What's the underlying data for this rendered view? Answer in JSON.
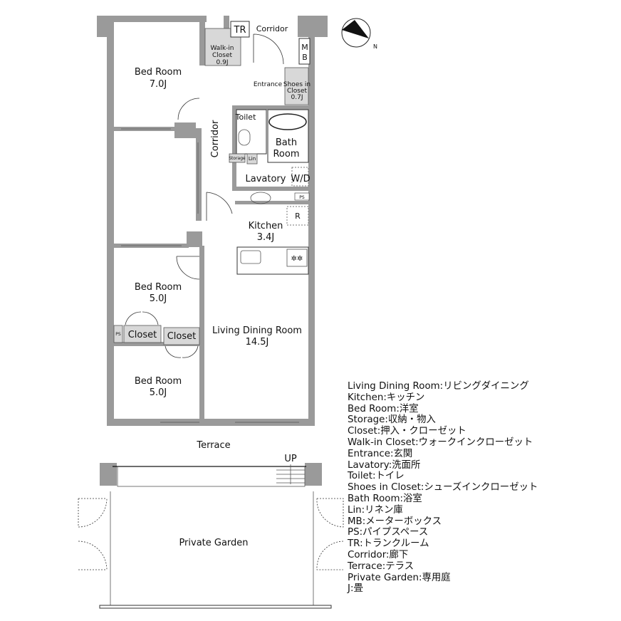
{
  "plan": {
    "rooms": {
      "bed1": {
        "name": "Bed Room",
        "size": "7.0J"
      },
      "bed2": {
        "name": "Bed Room",
        "size": "5.0J"
      },
      "bed3": {
        "name": "Bed Room",
        "size": "5.0J"
      },
      "closet1": "Closet",
      "closet2": "Closet",
      "ps_left": "PS",
      "ps_right": "PS",
      "wic": {
        "name_1": "Walk-in",
        "name_2": "Closet",
        "size": "0.9J"
      },
      "tr": "TR",
      "corridor_top": "Corridor",
      "corridor_side": "Corridor",
      "mb_1": "M",
      "mb_2": "B",
      "entrance": "Entrance",
      "shoes": {
        "name_1": "Shoes in",
        "name_2": "Closet",
        "size": "0.7J"
      },
      "toilet": "Toilet",
      "storage": "Storage",
      "lin": "Lin",
      "bath_1": "Bath",
      "bath_2": "Room",
      "lavatory": "Lavatory",
      "wd": "W/D",
      "kitchen": {
        "name": "Kitchen",
        "size": "3.4J"
      },
      "fridge": "R",
      "ldr": {
        "name": "Living Dining Room",
        "size": "14.5J"
      },
      "terrace": "Terrace",
      "up": "UP",
      "garden": "Private Garden"
    },
    "compass_icon": "north-arrow"
  },
  "legend": [
    "Living Dining Room:リビングダイニング",
    "Kitchen:キッチン",
    "Bed Room:洋室",
    "Storage:収納・物入",
    "Closet:押入・クローゼット",
    "Walk-in Closet:ウォークインクローゼット",
    "Entrance:玄関",
    "Lavatory:洗面所",
    "Toilet:トイレ",
    "Shoes in Closet:シューズインクローゼット",
    "Bath Room:浴室",
    "Lin:リネン庫",
    "MB:メーターボックス",
    "PS:パイプスペース",
    "TR:トランクルーム",
    "Corridor:廊下",
    "Terrace:テラス",
    "Private Garden:専用庭",
    "J:畳"
  ]
}
